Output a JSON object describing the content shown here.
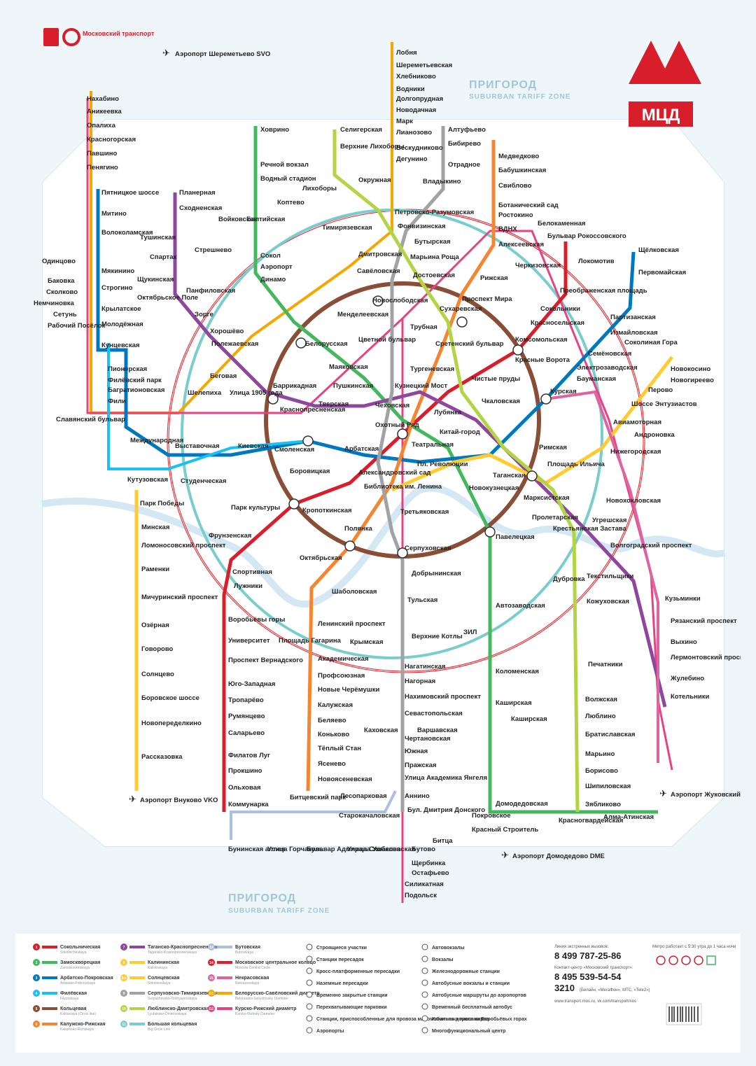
{
  "brand": {
    "name": "Московский транспорт",
    "mcd": "МЦД"
  },
  "zones": {
    "suburban_ru": "ПРИГОРОД",
    "suburban_en": "SUBURBAN TARIFF ZONE"
  },
  "colors": {
    "l1": "#d81e2a",
    "l2": "#44b85c",
    "l3": "#0078bf",
    "l4": "#19c1f3",
    "l5": "#894e35",
    "l6": "#f58631",
    "l7": "#8e479c",
    "l8": "#ffcb31",
    "l9": "#a1a2a3",
    "l10": "#b3d445",
    "l11": "#79cdcd",
    "l12": "#acbfe1",
    "l14": "#e51b24",
    "l15": "#de64a1",
    "d1": "#f6a600",
    "d2": "#e94282"
  },
  "stations": {
    "khovrino": "Ховрино",
    "rechnoy": "Речной вокзал",
    "vodny": "Водный стадион",
    "voykovskaya": "Войковская",
    "sokol": "Сокол",
    "aeroport": "Аэропорт",
    "dinamo": "Динамо",
    "belorusskaya": "Белорусская",
    "mayakovskaya": "Маяковская",
    "tverskaya": "Тверская",
    "teatralnaya": "Театральная",
    "novokuznetskaya": "Новокузнецкая",
    "paveletskaya": "Павелецкая",
    "avtozavodskaya": "Автозаводская",
    "kolomenskaya": "Коломенская",
    "kashirskaya": "Каширская",
    "domodedovskaya": "Домодедовская",
    "krasnogvard": "Красногвардейская",
    "alma_atinskaya": "Алма-Атинская",
    "bulvar_rok": "Бульвар Рокоссовского",
    "cherkizovskaya": "Черкизовская",
    "preobr": "Преображенская площадь",
    "sokolniki": "Сокольники",
    "krasnoselskaya": "Красносельская",
    "komsomolskaya": "Комсомольская",
    "krasnye_vorota": "Красные Ворота",
    "chistye_prudy": "Чистые пруды",
    "lubyanka": "Лубянка",
    "okhotny": "Охотный Ряд",
    "biblioteka": "Библиотека им. Ленина",
    "kropotkinskaya": "Кропоткинская",
    "park_kultury": "Парк культуры",
    "frunzenskaya": "Фрунзенская",
    "sportivnaya": "Спортивная",
    "vorobyovy": "Воробьёвы горы",
    "universitet": "Университет",
    "vernadskogo": "Проспект Вернадского",
    "yugo_zapadnaya": "Юго-Западная",
    "troparevo": "Тропарёво",
    "rumyantsevo": "Румянцево",
    "salaryevo": "Саларьево",
    "filatov": "Филатов Луг",
    "prokshino": "Прокшино",
    "olkhovaya": "Ольховая",
    "kommunarka": "Коммунарка",
    "pyatnitskoe": "Пятницкое шоссе",
    "mitino": "Митино",
    "volokolamskaya": "Волоколамская",
    "myakininо": "Мякинино",
    "strogino": "Строгино",
    "krylatskoe": "Крылатское",
    "molodezhnaya": "Молодёжная",
    "kuntsevskaya": "Кунцевская",
    "slavyansky": "Славянский бульвар",
    "park_pobedy": "Парк Победы",
    "kievskaya": "Киевская",
    "smolenskaya": "Смоленская",
    "arbatskaya": "Арбатская",
    "pl_revolyutsii": "Пл. Революции",
    "kurskaya": "Курская",
    "baumanskaya": "Бауманская",
    "elektrozavodskaya": "Электрозаводская",
    "semenovskaya": "Семёновская",
    "partizanskaya": "Партизанская",
    "izmaylovskaya": "Измайловская",
    "pervomayskaya": "Первомайская",
    "schelkovskaya": "Щёлковская",
    "pionerskaya": "Пионерская",
    "filevsky": "Филёвский парк",
    "bagrationovskaya": "Багратионовская",
    "fili": "Фили",
    "kutuzovskaya": "Кутузовская",
    "studencheskaya": "Студенческая",
    "aleksandrovsky": "Александровский сад",
    "vystavochnaya": "Выставочная",
    "mezhdunarodnaya": "Международная",
    "novoslobodskaya": "Новослободская",
    "prospekt_mira": "Проспект Мира",
    "taganskaya": "Таганская",
    "oktyabrskaya": "Октябрьская",
    "dobryninskaya": "Добрынинская",
    "krasnopresnenskaya": "Краснопресненская",
    "medvedkovo": "Медведково",
    "babushkinskaya": "Бабушкинская",
    "sviblovo": "Свиблово",
    "botanichesky": "Ботанический сад",
    "vdnkh": "ВДНХ",
    "alekseevskaya": "Алексеевская",
    "rizhskaya": "Рижская",
    "sukharevskaya": "Сухаревская",
    "turgenevskaya": "Тургеневская",
    "kitay_gorod": "Китай-город",
    "tretyakovskaya": "Третьяковская",
    "shabolovskaya": "Шаболовская",
    "leninsky": "Ленинский проспект",
    "akademicheskaya": "Академическая",
    "profsoyuznaya": "Профсоюзная",
    "novye_cheremushki": "Новые Черёмушки",
    "kaluzhskaya": "Калужская",
    "belyaevo": "Беляево",
    "konkovo": "Коньково",
    "teply_stan": "Тёплый Стан",
    "yasenevo": "Ясенево",
    "novoyasenevskaya": "Новоясеневская",
    "planernaya": "Планерная",
    "skhodnenskaya": "Сходненская",
    "tushinskaya": "Тушинская",
    "spartak": "Спартак",
    "schukinskaya": "Щукинская",
    "oktyabrskoe_pole": "Октябрьское Поле",
    "polezhaevskaya": "Полежаевская",
    "begovaya": "Беговая",
    "ulitsa_1905": "Улица 1905 года",
    "barrikadnaya": "Баррикадная",
    "pushkinskaya": "Пушкинская",
    "kuznetsky": "Кузнецкий Мост",
    "marksistskaya": "Марксистская",
    "proletarskaya": "Пролетарская",
    "volgogradsky": "Волгоградский проспект",
    "tekstilshchiki": "Текстильщики",
    "kuzminki": "Кузьминки",
    "ryazansky": "Рязанский проспект",
    "vykhino": "Выхино",
    "lermontovsky": "Лермонтовский проспект",
    "zhulebino": "Жулебино",
    "kotelniki": "Котельники",
    "novokosino": "Новокосино",
    "novogireevo": "Новогиреево",
    "perovo": "Перово",
    "shosse_ent": "Шоссе Энтузиастов",
    "aviamotornaya": "Авиамоторная",
    "ploschad_ilicha": "Площадь Ильича",
    "rimskaya": "Римская",
    "altufyevo": "Алтуфьево",
    "bibirevo": "Бибирево",
    "otradnoe": "Отрадное",
    "vladykino": "Владыкино",
    "petrovsko": "Петровско-Разумовская",
    "timiryazevskaya": "Тимирязевская",
    "dmitrovskaya": "Дмитровская",
    "savelovskaya": "Савёловская",
    "mendeleevskaya": "Менделеевская",
    "tsvetnoy": "Цветной бульвар",
    "chekhovskaya": "Чеховская",
    "borovitskaya": "Боровицкая",
    "polyanka": "Полянка",
    "serpukhovskaya": "Серпуховская",
    "tulskaya": "Тульская",
    "nagatinskaya": "Нагатинская",
    "nagornaya": "Нагорная",
    "nakhimovsky": "Нахимовский проспект",
    "sevastopolskaya": "Севастопольская",
    "chertanovskaya": "Чертановская",
    "yuzhnaya": "Южная",
    "prazhskaya": "Пражская",
    "ulitsa_yangelya": "Улица Академика Янгеля",
    "annino": "Аннино",
    "bulvar_donskogo": "Бул. Дмитрия Донского",
    "seligerskaya": "Селигерская",
    "verkhnie_likhobory": "Верхние Лихоборы",
    "okruzhnaya": "Окружная",
    "fonvizinskaya": "Фонвизинская",
    "butyrskaya": "Бутырская",
    "maryina_roscha": "Марьина Роща",
    "dostoevskaya": "Достоевская",
    "trubnaya": "Трубная",
    "sretensky": "Сретенский бульвар",
    "chkalovskaya": "Чкаловская",
    "krestyanskaya": "Крестьянская Застава",
    "dubrovka": "Дубровка",
    "kozhukhovskaya": "Кожуховская",
    "pechatniki": "Печатники",
    "volzhskaya": "Волжская",
    "lyublino": "Люблино",
    "bratislavskaya": "Братиславская",
    "maryino": "Марьино",
    "borisovo": "Борисово",
    "shipilovskaya": "Шипиловская",
    "zyablikovo": "Зябликово",
    "kashirskaya_bkl": "Каширская",
    "varshavskaya": "Варшавская",
    "kakhovskaya": "Каховская",
    "bitsevsky": "Битцевский парк",
    "lesoparkovaya": "Лесопарковая",
    "starokachalovskaya": "Старокачаловская",
    "ulitsa_skobelevskaya": "Улица Скобелевская",
    "bulvar_admirala": "Бульвар Адмирала Ушакова",
    "ulitsa_gorchakova": "Улица Горчакова",
    "buninskaya": "Бунинская аллея",
    "lobnya": "Лобня",
    "sheremetyevskaya": "Шереметьевская",
    "khlebnikovo": "Хлебниково",
    "vodniki": "Водники",
    "dolgoprudnaya": "Долгопрудная",
    "novodachnaya": "Новодачная",
    "mark": "Марк",
    "lianozovo": "Лианозово",
    "beskudnikovo": "Бескудниково",
    "degunino": "Дегунино",
    "nakhabino": "Нахабино",
    "anikeevka": "Аникеевка",
    "opalikha": "Опалиха",
    "krasnogorskaya": "Красногорская",
    "pavshino": "Павшино",
    "penyagino": "Пенягино",
    "odintsovo": "Одинцово",
    "bakovka": "Баковка",
    "skolkovo": "Сколково",
    "nemchinovka": "Немчиновка",
    "setun": "Сетунь",
    "rabochy": "Рабочий Посёлок",
    "butovo": "Бутово",
    "scherbinka": "Щербинка",
    "ostafyevo": "Остафьево",
    "silikatnaya": "Силикатная",
    "podolsk": "Подольск",
    "bitsa": "Битца",
    "krasny_stroitel": "Красный Строитель",
    "pokrovskoe": "Покровское",
    "minskaya": "Минская",
    "lomonosovsky": "Ломоносовский проспект",
    "ramenki": "Раменки",
    "michurinsky": "Мичуринский проспект",
    "ozernaya": "Озёрная",
    "govorovo": "Говорово",
    "solntsevo": "Солнцево",
    "borovskoe": "Боровское шоссе",
    "novoperedelkino": "Новопеределкино",
    "rasskazovka": "Рассказовка",
    "zil": "ЗИЛ",
    "verkhnie_kotly": "Верхние Котлы",
    "krymskaya": "Крымская",
    "ploschad_gagarina": "Площадь Гагарина",
    "luzhniki": "Лужники",
    "shelepikha": "Шелепиха",
    "khoroshevo": "Хорошёво",
    "zorge": "Зорге",
    "panfilovskaya": "Панфиловская",
    "streshnevo": "Стрешнево",
    "baltiyskaya": "Балтийская",
    "koptevo": "Коптево",
    "likhobory": "Лихоборы",
    "belokamennaya": "Белокаменная",
    "rostokino": "Ростокино",
    "lokomotiv": "Локомотив",
    "sokolinaya": "Соколиная Гора",
    "andronovka": "Андроновка",
    "nizhegorodskaya": "Нижегородская",
    "novokhokhlovskaya": "Новохохловская",
    "ugreshskaya": "Угрешская"
  },
  "airports": {
    "svo": "Аэропорт Шереметьево SVO",
    "vko": "Аэропорт Внуково VKO",
    "dme": "Аэропорт Домодедово DME",
    "zia": "Аэропорт Жуковский ZIA"
  },
  "legend": {
    "lines": [
      {
        "n": "1",
        "ru": "Сокольническая",
        "en": "Sokolnicheskaya",
        "c": "#d81e2a"
      },
      {
        "n": "2",
        "ru": "Замоскворецкая",
        "en": "Zamoskvoretskaya",
        "c": "#44b85c"
      },
      {
        "n": "3",
        "ru": "Арбатско-Покровская",
        "en": "Arbatsko-Pokrovskaya",
        "c": "#0078bf"
      },
      {
        "n": "4",
        "ru": "Филёвская",
        "en": "Filyovskaya",
        "c": "#19c1f3"
      },
      {
        "n": "5",
        "ru": "Кольцевая",
        "en": "Koltsevaya (Circle line)",
        "c": "#894e35"
      },
      {
        "n": "6",
        "ru": "Калужско-Рижская",
        "en": "Kaluzhsko-Rizhskaya",
        "c": "#f58631"
      },
      {
        "n": "7",
        "ru": "Таганско-Краснопресненская",
        "en": "Tagansko-Krasnopresnenskaya",
        "c": "#8e479c"
      },
      {
        "n": "8",
        "ru": "Калининская",
        "en": "Kalininskaya",
        "c": "#ffcb31"
      },
      {
        "n": "8A",
        "ru": "Солнцевская",
        "en": "Solntsevskaya",
        "c": "#ffcb31"
      },
      {
        "n": "9",
        "ru": "Серпуховско-Тимирязевская",
        "en": "Serpukhovsko-Timiryazevskaya",
        "c": "#a1a2a3"
      },
      {
        "n": "10",
        "ru": "Люблинско-Дмитровская",
        "en": "Lyublinsko-Dmitrovskaya",
        "c": "#b3d445"
      },
      {
        "n": "11",
        "ru": "Большая кольцевая",
        "en": "Big Circle Line",
        "c": "#79cdcd"
      },
      {
        "n": "12",
        "ru": "Бутовская",
        "en": "Butovskaya",
        "c": "#acbfe1"
      },
      {
        "n": "14",
        "ru": "Московское центральное кольцо",
        "en": "Moscow Central Circle",
        "c": "#e51b24"
      },
      {
        "n": "15",
        "ru": "Некрасовская",
        "en": "Nekrasovskaya",
        "c": "#de64a1"
      },
      {
        "n": "D1",
        "ru": "Белорусско-Савёловский диаметр",
        "en": "Belorussko-Savyolovsky Diameter",
        "c": "#f6a600"
      },
      {
        "n": "D2",
        "ru": "Курско-Рижский диаметр",
        "en": "Kursko-Rizhsky Diameter",
        "c": "#e94282"
      }
    ],
    "symbols": [
      "Строящиеся участки",
      "Станции пересадок",
      "Кросс-платформенные пересадки",
      "Наземные пересадки",
      "Временно закрытые станции",
      "Перехватывающие парковки",
      "Станции, приспособленные для провоза маломобильных пассажиров",
      "Аэропорты",
      "Автовокзалы",
      "Вокзалы",
      "Железнодорожные станции",
      "Автобусные вокзалы и станции",
      "Автобусные маршруты до аэропортов",
      "Временный бесплатный автобус",
      "Канатная дорога на Воробьёвых горах",
      "Многофункциональный центр"
    ],
    "hotline_label": "Линия экстренных вызовов:",
    "hotline": "8 499 787-25-86",
    "contact_label": "Контакт-центр «Московский транспорт»:",
    "contact": "8 495 539-54-54",
    "short": "3210",
    "short_note": "(Билайн, «МегаФон», МТС, «Tele2»)",
    "site": "www.transport.mos.ru, vk.com/transportmos",
    "hours": "Метро работает с 5:30 утра до 1 часа ночи"
  }
}
